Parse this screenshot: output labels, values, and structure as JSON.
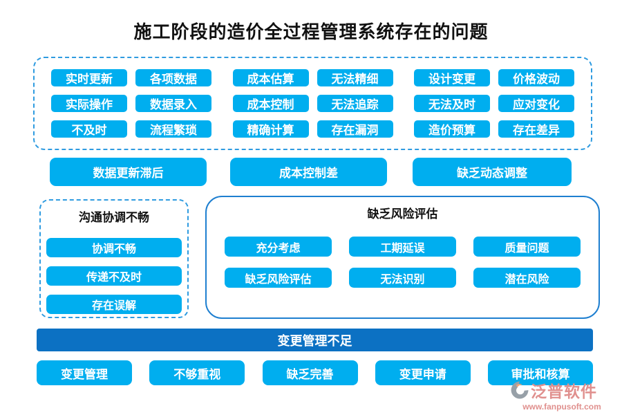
{
  "title": "施工阶段的造价全过程管理系统存在的问题",
  "colors": {
    "accent": "#00AEEF",
    "bar": "#0C71C3",
    "border": "#2E9BE0",
    "box-border": "#1E7FD0",
    "watermark": "#E0908E"
  },
  "issue_grid": {
    "rows": [
      [
        "实时更新",
        "各项数据",
        "成本估算",
        "无法精细",
        "设计变更",
        "价格波动"
      ],
      [
        "实际操作",
        "数据录入",
        "成本控制",
        "无法追踪",
        "无法及时",
        "应对变化"
      ],
      [
        "不及时",
        "流程繁琐",
        "精确计算",
        "存在漏洞",
        "造价预算",
        "存在差异"
      ]
    ]
  },
  "summary_buttons": [
    "数据更新滞后",
    "成本控制差",
    "缺乏动态调整"
  ],
  "communication_box": {
    "title": "沟通协调不畅",
    "items": [
      "协调不畅",
      "传递不及时",
      "存在误解"
    ]
  },
  "risk_box": {
    "title": "缺乏风险评估",
    "rows": [
      [
        "充分考虑",
        "工期延误",
        "质量问题"
      ],
      [
        "缺乏风险评估",
        "无法识别",
        "潜在风险"
      ]
    ]
  },
  "change_bar": {
    "label": "变更管理不足"
  },
  "change_buttons": [
    "变更管理",
    "不够重视",
    "缺乏完善",
    "变更申请",
    "审批和核算"
  ],
  "watermark": {
    "brand": "泛普软件",
    "url": "www.fanpusoft.com"
  }
}
